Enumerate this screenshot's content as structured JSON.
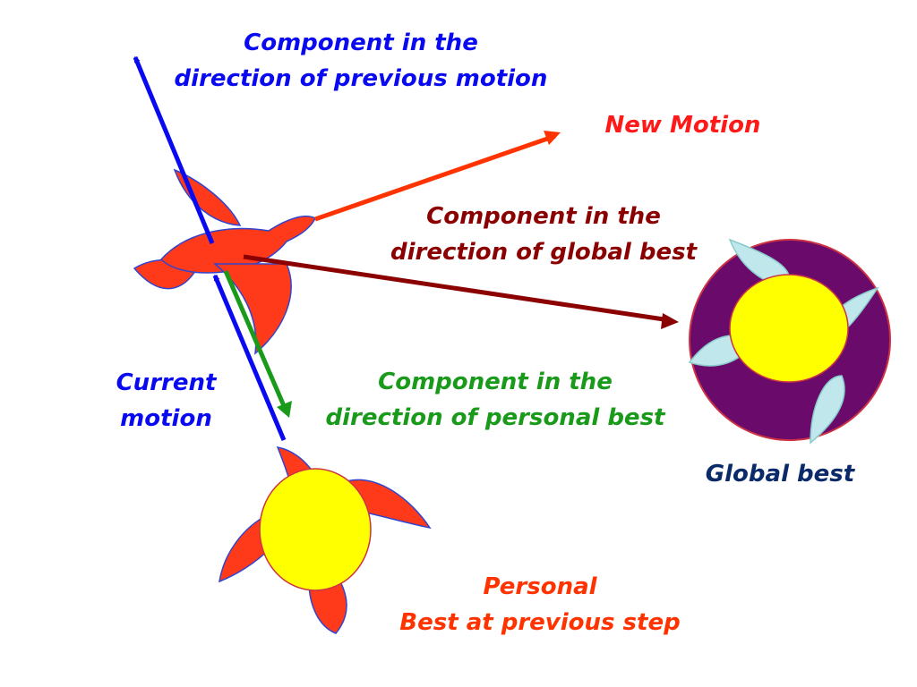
{
  "labels": {
    "previous_motion": {
      "line1": "Component in the",
      "line2": "direction of previous motion"
    },
    "new_motion": "New Motion",
    "global_component": {
      "line1": "Component in the",
      "line2": "direction of global best"
    },
    "current_motion": {
      "line1": "Current",
      "line2": "motion"
    },
    "personal_component": {
      "line1": "Component in the",
      "line2": "direction of personal best"
    },
    "global_best": "Global best",
    "personal_best": {
      "line1": "Personal",
      "line2": "Best at previous step"
    }
  },
  "colors": {
    "previous_motion": "#0a0af0",
    "new_motion": "#ff3300",
    "global_component": "#8b0000",
    "personal_component": "#1a9a1a",
    "current_motion": "#0a0af0",
    "global_best_label": "#0a2a6a",
    "bird_body": "#ff3a1a",
    "bird_outline": "#3344cc",
    "sun": "#ffff00",
    "global_disc": "#6a0a6a",
    "swirl": "#bfe7ec"
  },
  "icons": {
    "particle": "bird-icon",
    "personal_best": "sun-bird-icon",
    "global_best": "sun-swirl-icon"
  }
}
